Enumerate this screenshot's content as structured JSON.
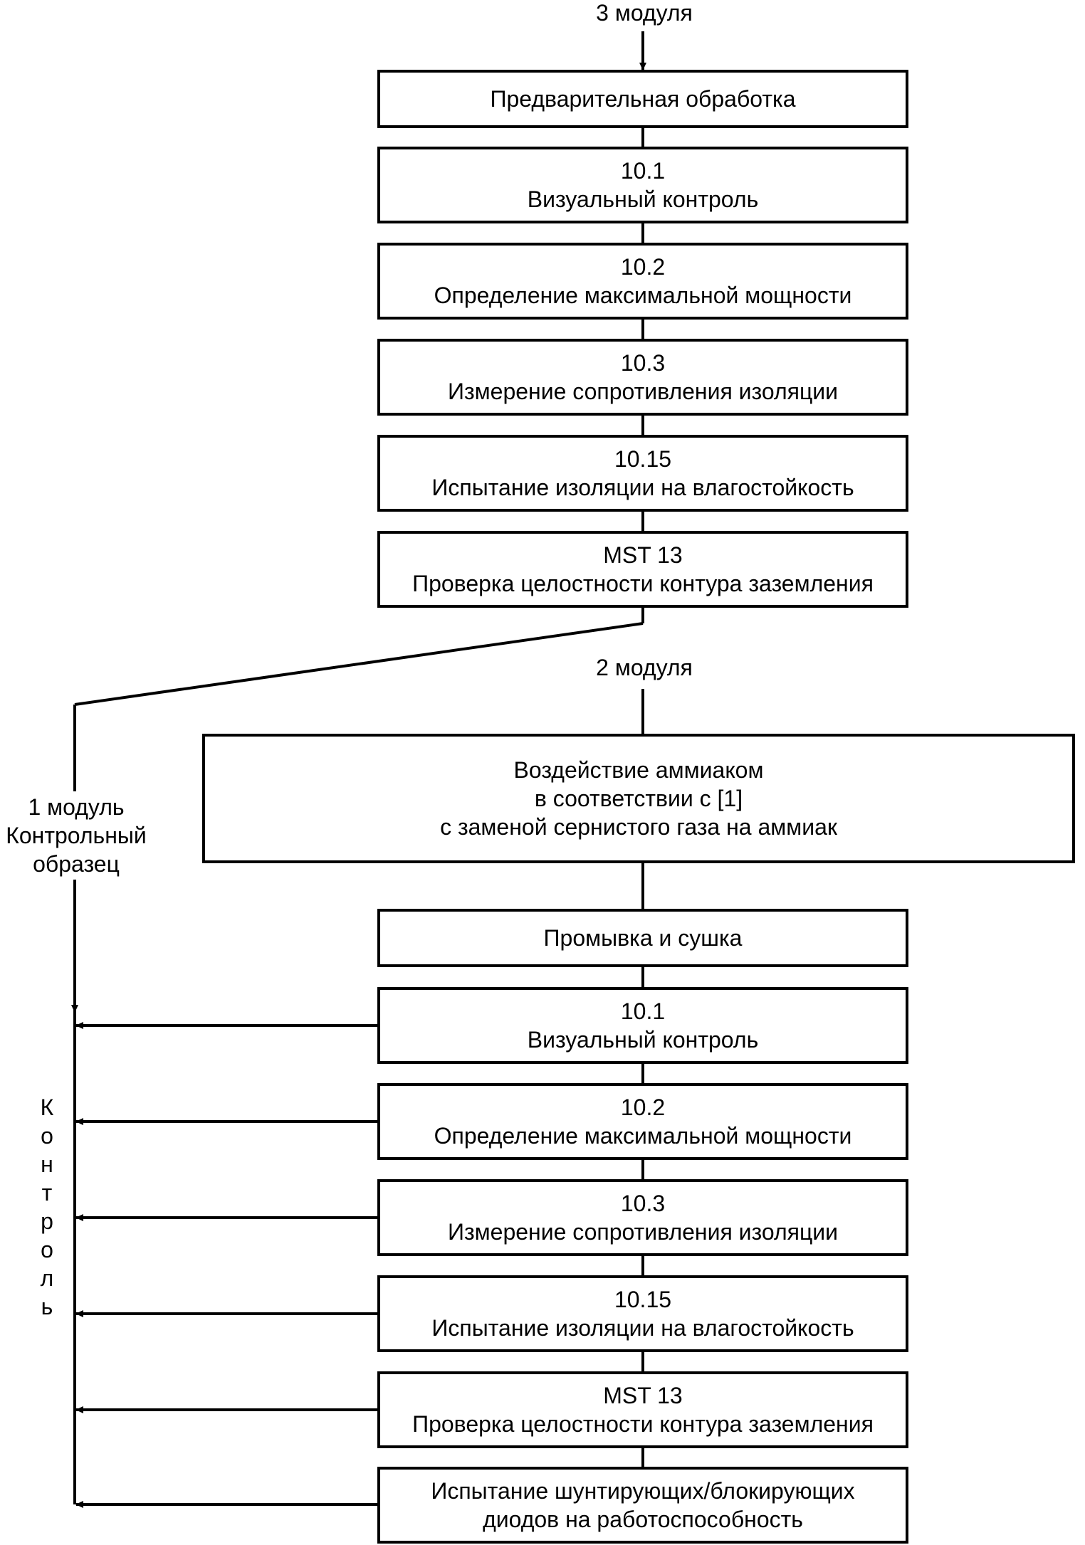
{
  "top_label": "3 модуля",
  "branch_label_2": "2 модуля",
  "branch_label_1": [
    "1 модуль",
    "Контрольный",
    "образец"
  ],
  "control_label": [
    "К",
    "о",
    "н",
    "т",
    "р",
    "о",
    "л",
    "ь"
  ],
  "upper_chain": [
    {
      "id": "pre",
      "lines": [
        "Предварительная обработка"
      ]
    },
    {
      "id": "10-1-a",
      "lines": [
        "10.1",
        "Визуальный контроль"
      ]
    },
    {
      "id": "10-2-a",
      "lines": [
        "10.2",
        "Определение максимальной мощности"
      ]
    },
    {
      "id": "10-3-a",
      "lines": [
        "10.3",
        "Измерение сопротивления изоляции"
      ]
    },
    {
      "id": "10-15-a",
      "lines": [
        "10.15",
        "Испытание изоляции на влагостойкость"
      ]
    },
    {
      "id": "mst13-a",
      "lines": [
        "MST 13",
        "Проверка целостности контура заземления"
      ]
    }
  ],
  "exposure_box": {
    "lines": [
      "Воздействие аммиаком",
      "в соответствии с [1]",
      "с заменой сернистого газа на аммиак"
    ]
  },
  "lower_chain": [
    {
      "id": "wash",
      "lines": [
        "Промывка и сушка"
      ]
    },
    {
      "id": "10-1-b",
      "lines": [
        "10.1",
        "Визуальный контроль"
      ]
    },
    {
      "id": "10-2-b",
      "lines": [
        "10.2",
        "Определение максимальной мощности"
      ]
    },
    {
      "id": "10-3-b",
      "lines": [
        "10.3",
        "Измерение сопротивления изоляции"
      ]
    },
    {
      "id": "10-15-b",
      "lines": [
        "10.15",
        "Испытание изоляции на влагостойкость"
      ]
    },
    {
      "id": "mst13-b",
      "lines": [
        "MST 13",
        "Проверка целостности контура заземления"
      ]
    },
    {
      "id": "diodes",
      "lines": [
        "Испытание шунтирующих/блокирующих",
        "диодов на работоспособность"
      ]
    }
  ]
}
